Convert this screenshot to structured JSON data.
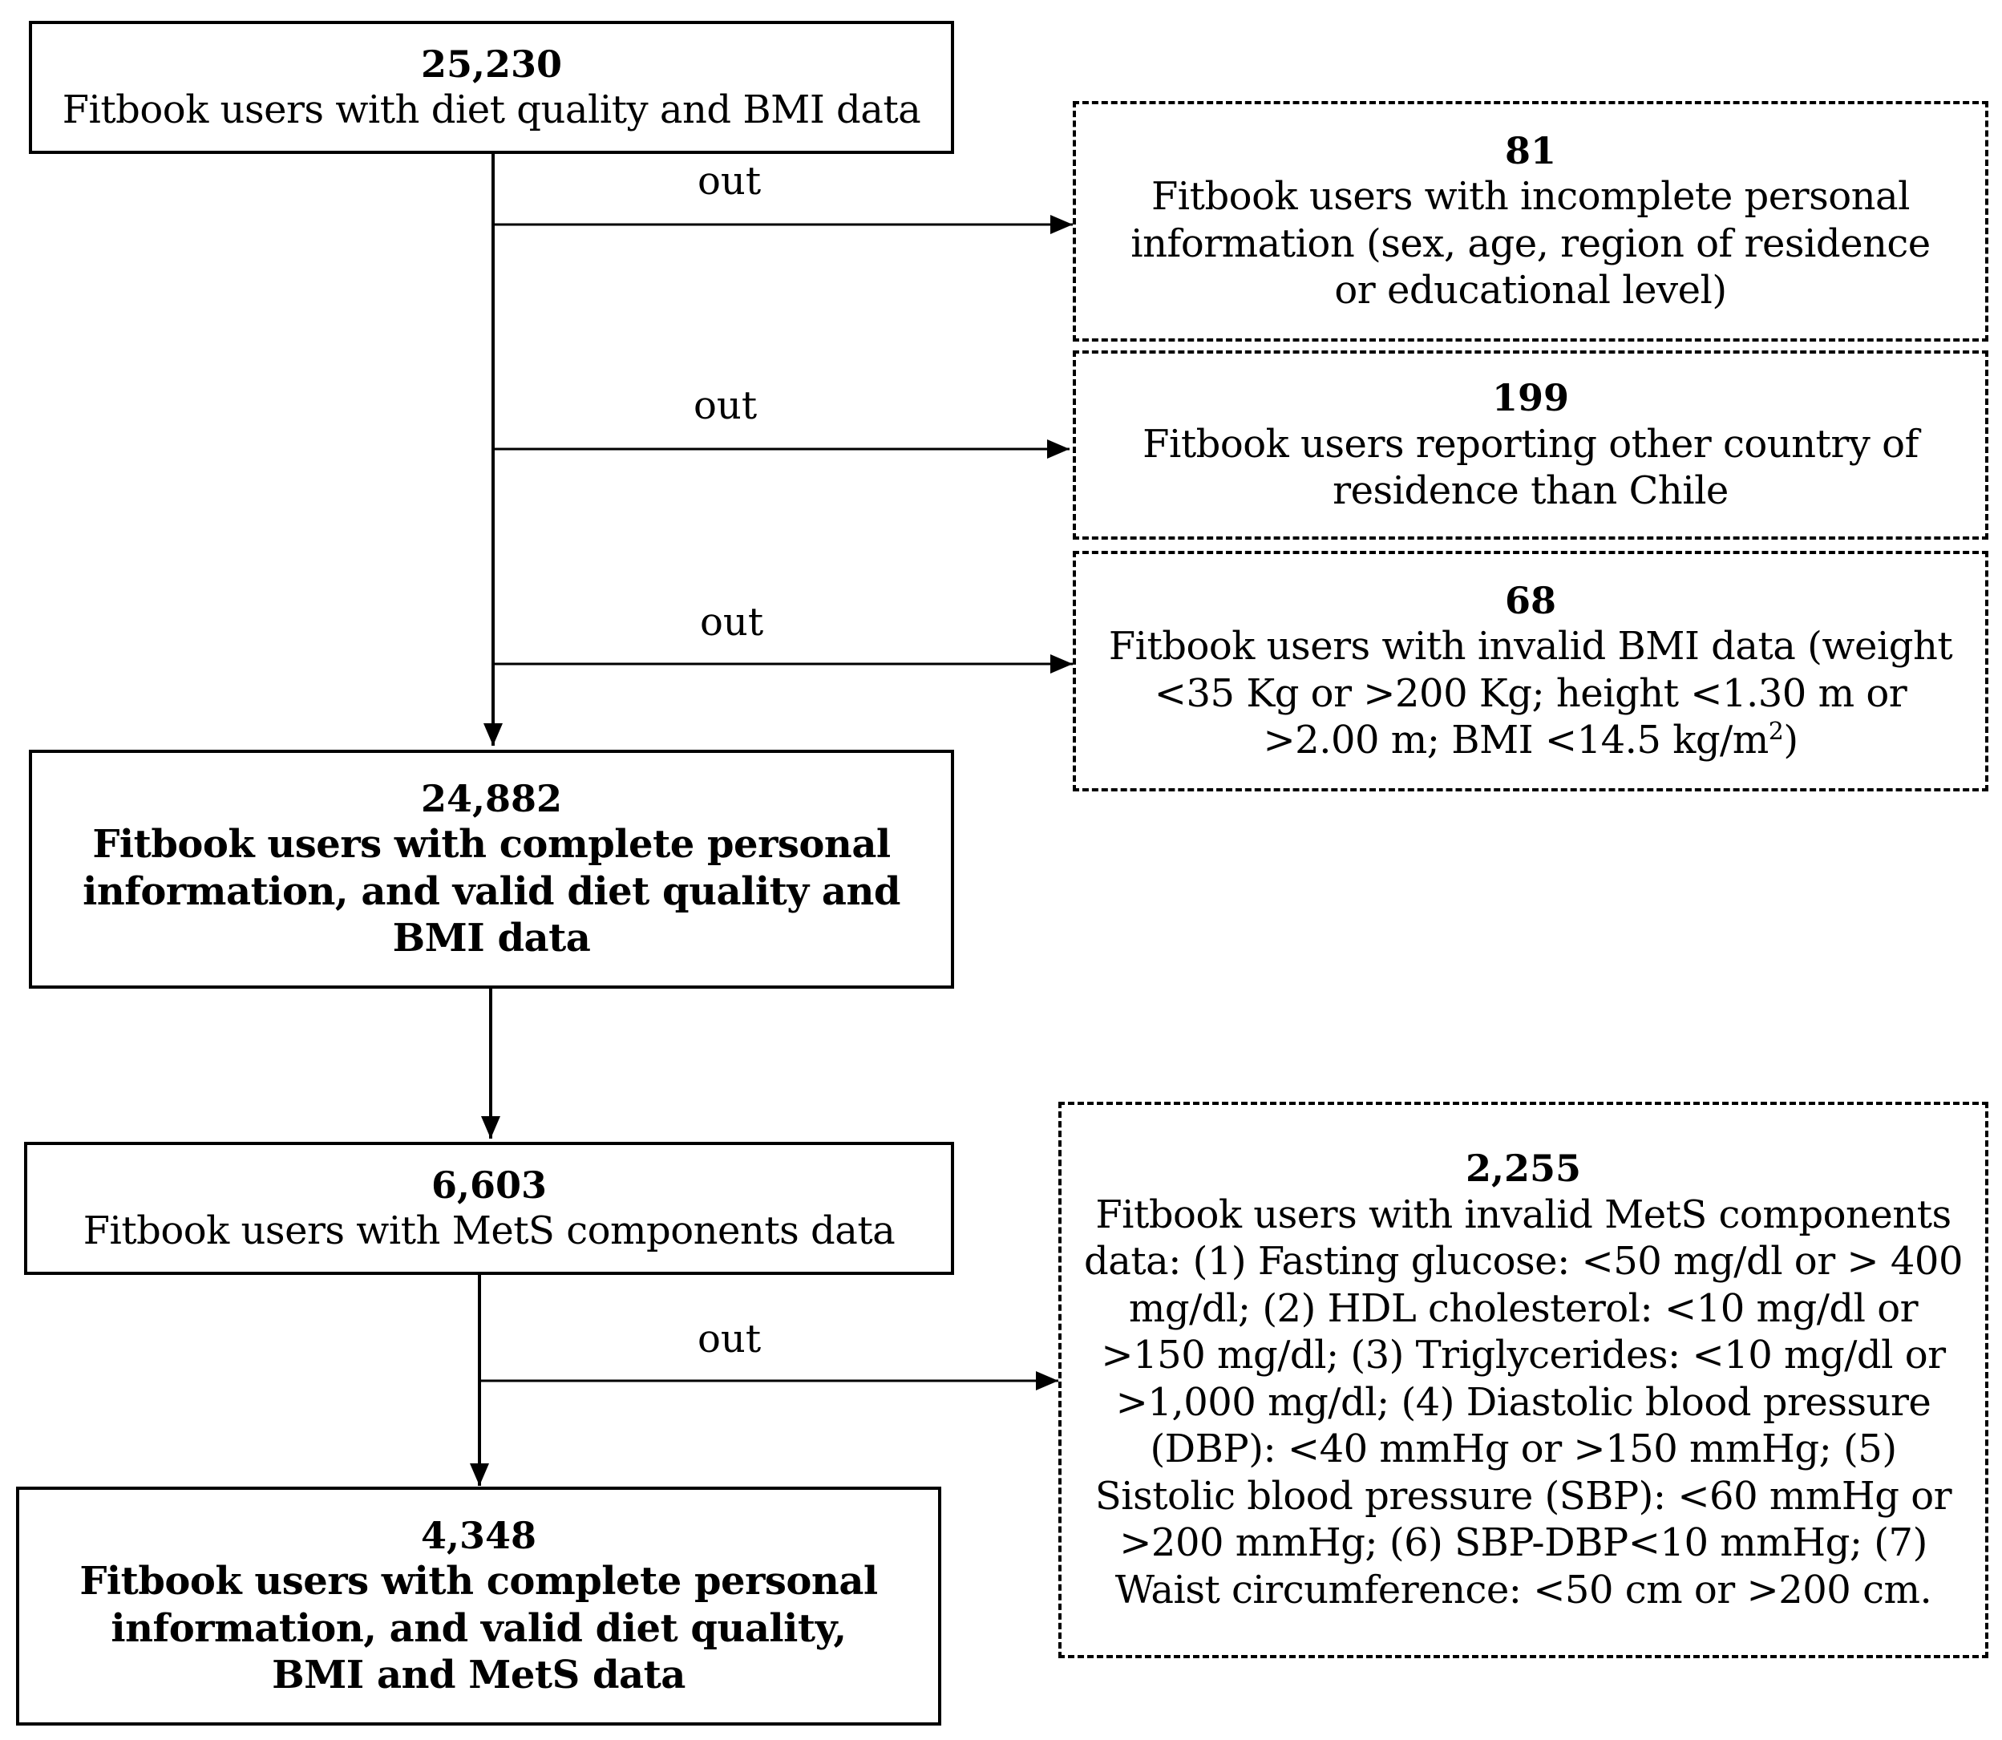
{
  "boxes": {
    "start": {
      "count": "25,230",
      "text": "Fitbook users with diet quality and BMI data"
    },
    "excl1": {
      "count": "81",
      "text": "Fitbook users with incomplete personal information (sex, age, region of residence or educational level)"
    },
    "excl2": {
      "count": "199",
      "text": "Fitbook users reporting other country of residence than Chile"
    },
    "excl3": {
      "count": "68",
      "text_main": "Fitbook users with invalid BMI data (weight <35 Kg or >200 Kg; height <1.30 m or >2.00 m; BMI <14.5 kg/m",
      "text_sup": "2",
      "text_end": ")"
    },
    "step2": {
      "count": "24,882",
      "text": "Fitbook users with complete personal information, and valid diet quality and BMI data"
    },
    "step3": {
      "count": "6,603",
      "text": "Fitbook users with MetS components data"
    },
    "excl4": {
      "count": "2,255",
      "text": "Fitbook users with invalid MetS components data: (1) Fasting glucose: <50 mg/dl or > 400 mg/dl; (2) HDL cholesterol: <10 mg/dl or >150 mg/dl; (3) Triglycerides: <10 mg/dl or >1,000 mg/dl; (4) Diastolic blood pressure (DBP): <40 mmHg or >150 mmHg; (5) Sistolic blood pressure (SBP): <60 mmHg or >200 mmHg; (6) SBP-DBP<10 mmHg;  (7) Waist circumference: <50 cm or >200 cm."
    },
    "final": {
      "count": "4,348",
      "text": "Fitbook users with complete personal information, and valid diet quality, BMI and MetS data"
    }
  },
  "labels": {
    "out1": "out",
    "out2": "out",
    "out3": "out",
    "out4": "out"
  }
}
